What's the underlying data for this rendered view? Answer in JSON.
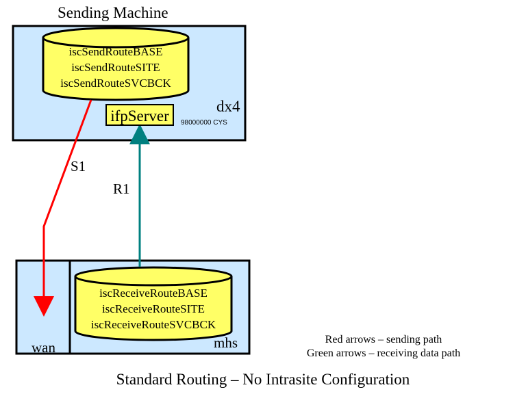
{
  "sending_machine": {
    "title": "Sending Machine",
    "host": "dx4",
    "host_sub": "98000000 CYS",
    "send_db": [
      "iscSendRouteBASE",
      "iscSendRouteSITE",
      "iscSendRouteSVCBCK"
    ],
    "server": "ifpServer"
  },
  "receiving_machine": {
    "wan_label": "wan",
    "host": "mhs",
    "receive_db": [
      "iscReceiveRouteBASE",
      "iscReceiveRouteSITE",
      "iscReceiveRouteSVCBCK"
    ]
  },
  "paths": {
    "send": "S1",
    "receive": "R1"
  },
  "legend": {
    "line1": "Red arrows – sending path",
    "line2": "Green arrows – receiving data path"
  },
  "caption": "Standard Routing – No Intrasite Configuration",
  "colors": {
    "box_fill": "#cce8ff",
    "db_fill": "#ffff66",
    "send_arrow": "#ff0000",
    "receive_arrow": "#008080"
  }
}
